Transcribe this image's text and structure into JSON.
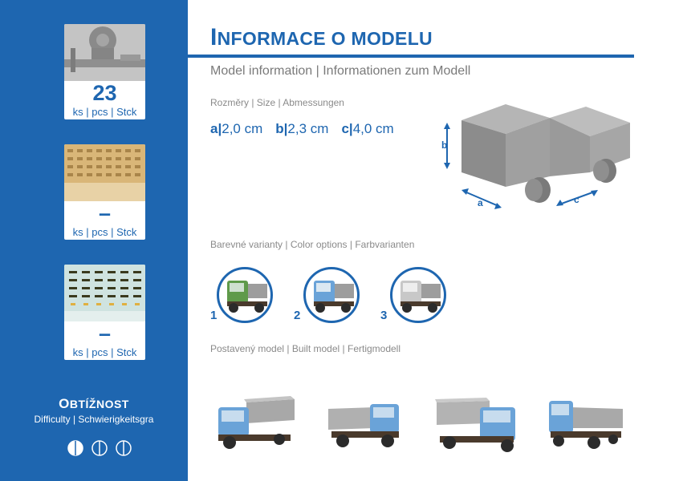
{
  "title": {
    "big": "I",
    "rest": "NFORMACE O MODELU"
  },
  "subtitle": "Model information | Informationen zum Modell",
  "parts": [
    {
      "count": "23",
      "units": "ks | pcs | Stck",
      "image": "plastic-parts"
    },
    {
      "count": "–",
      "units": "ks | pcs | Stck",
      "image": "photo-etched-parts"
    },
    {
      "count": "–",
      "units": "ks | pcs | Stck",
      "image": "decal-sheet"
    }
  ],
  "difficulty": {
    "title_big": "O",
    "title_rest": "BTÍŽNOST",
    "subtitle": "Difficulty | Schwierigkeitsgra",
    "level": 1,
    "max": 3
  },
  "dimensions": {
    "label": "Rozměry | Size | Abmessungen",
    "items": [
      {
        "key": "a",
        "value": "2,0 cm"
      },
      {
        "key": "b",
        "value": "2,3 cm"
      },
      {
        "key": "c",
        "value": "4,0 cm"
      }
    ],
    "diagram_labels": {
      "a": "a",
      "b": "b",
      "c": "c"
    }
  },
  "colors": {
    "label": "Barevné varianty | Color options | Farbvarianten",
    "variants": [
      {
        "num": "1",
        "cab_color": "#5f9a4a"
      },
      {
        "num": "2",
        "cab_color": "#6aa3d8"
      },
      {
        "num": "3",
        "cab_color": "#c8c8c8"
      }
    ]
  },
  "built": {
    "label": "Postavený model | Built model | Fertigmodell"
  },
  "accent_color": "#1e66b0"
}
